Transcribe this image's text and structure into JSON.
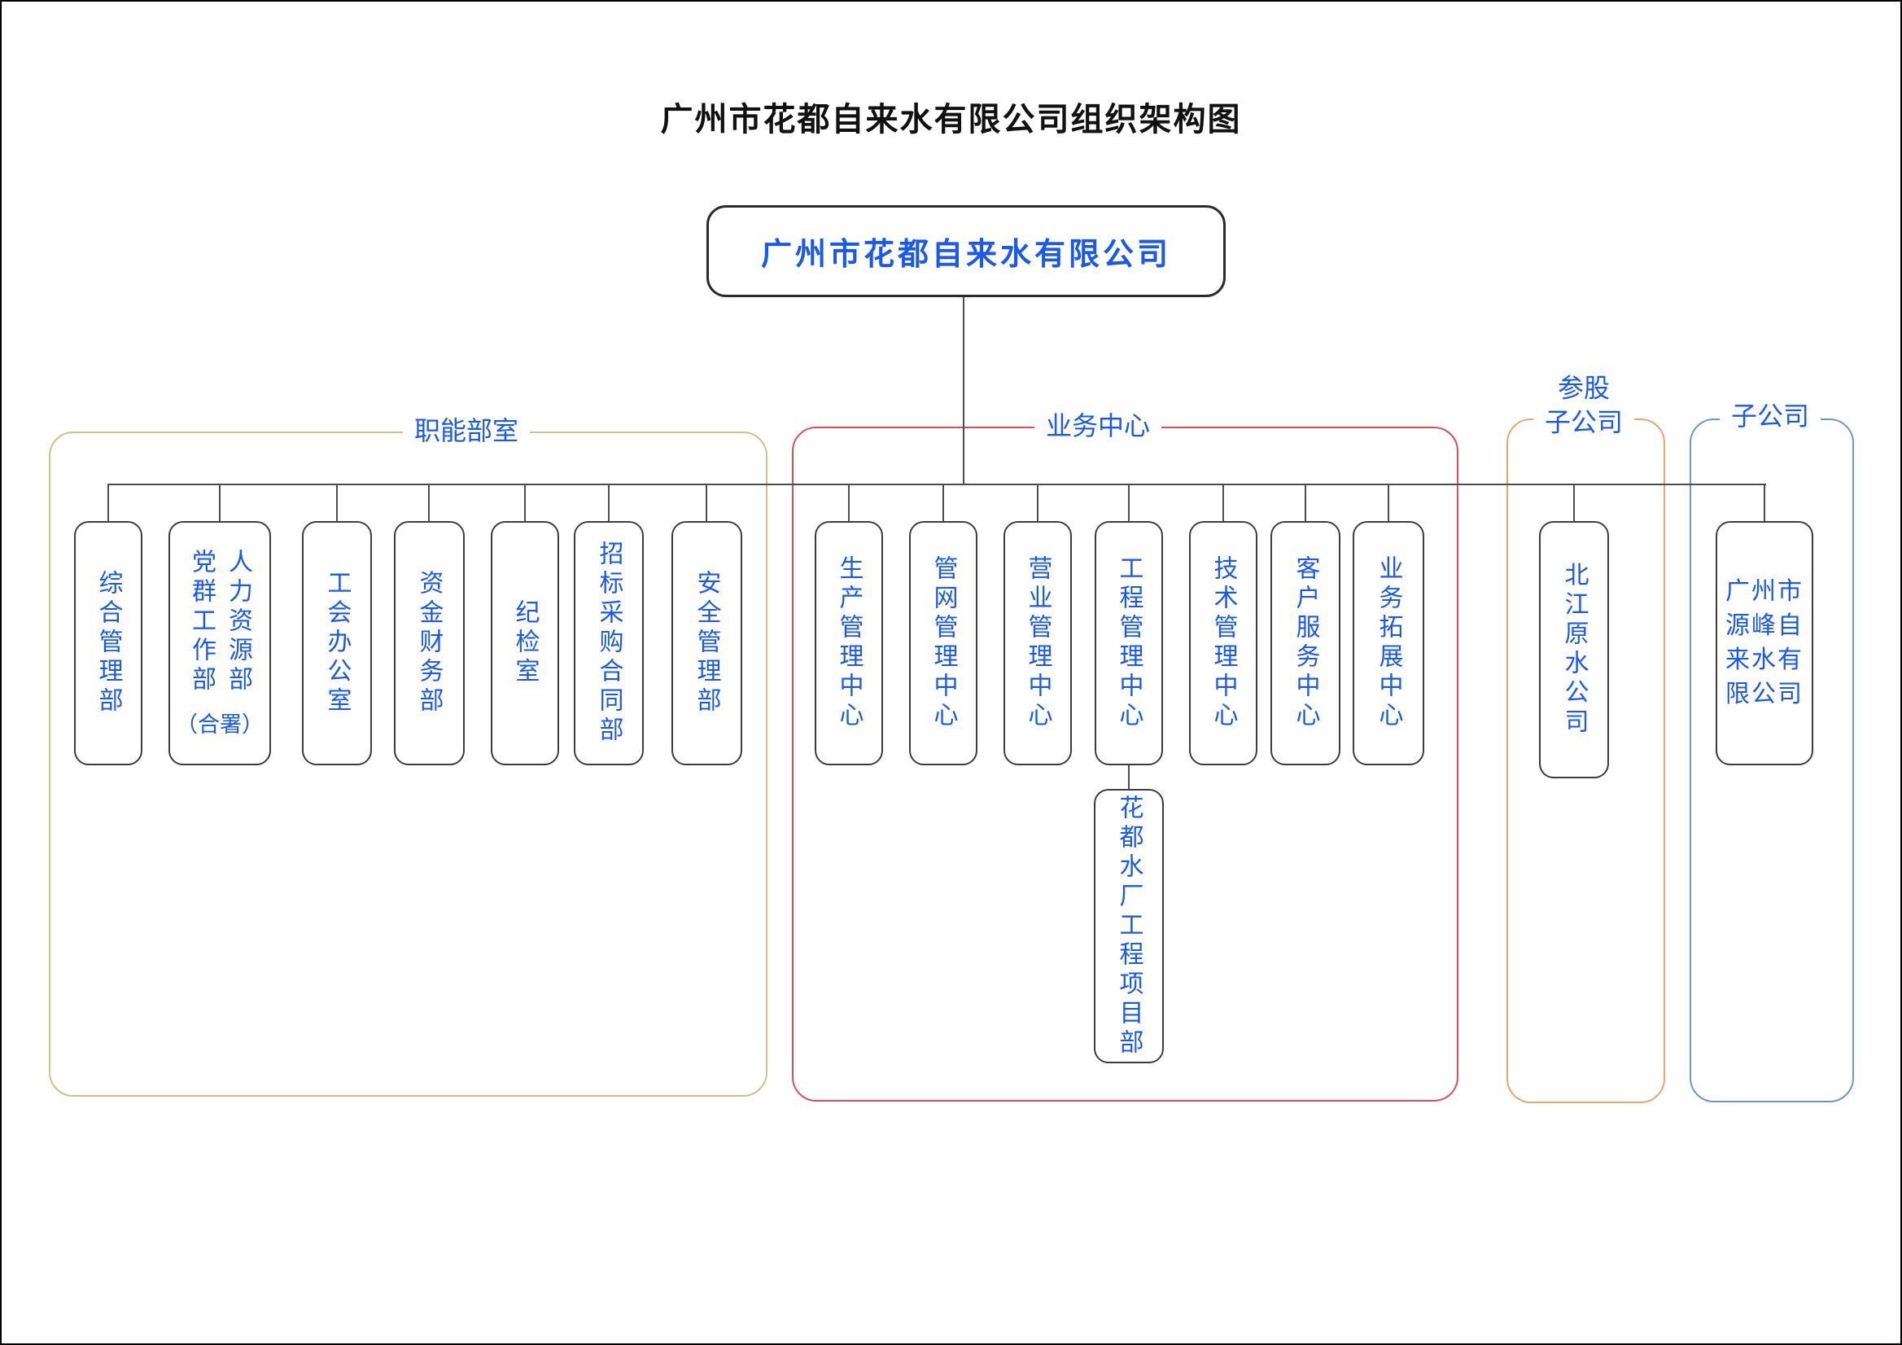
{
  "title": "广州市花都自来水有限公司组织架构图",
  "root": {
    "label": "广州市花都自来水有限公司"
  },
  "colors": {
    "text_blue": "#1b59ee",
    "title_black": "#111111",
    "box_border": "#3d3d3d",
    "connector": "#4d4d4d",
    "group_functional": "#c9c28f",
    "group_business": "#dc4f62",
    "group_affiliated": "#e9a76b",
    "group_subsidiary": "#7394cf"
  },
  "groups": [
    {
      "key": "functional",
      "label_lines": [
        "职能部室"
      ]
    },
    {
      "key": "business",
      "label_lines": [
        "业务中心"
      ]
    },
    {
      "key": "affiliated",
      "label_lines": [
        "参股",
        "子公司"
      ]
    },
    {
      "key": "subsidiary",
      "label_lines": [
        "子公司"
      ]
    }
  ],
  "nodes": [
    {
      "key": "comprehensive-admin-dept",
      "group": "functional",
      "label": "综合管理部"
    },
    {
      "key": "hr-party-dept",
      "group": "functional",
      "label": "人力资源部 党群工作部（合署）",
      "columns": [
        "人力资源部",
        "党群工作部"
      ],
      "footer": "（合署）"
    },
    {
      "key": "union-office",
      "group": "functional",
      "label": "工会办公室"
    },
    {
      "key": "funds-finance-dept",
      "group": "functional",
      "label": "资金财务部"
    },
    {
      "key": "discipline-office",
      "group": "functional",
      "label": "纪检室"
    },
    {
      "key": "bidding-contract-dept",
      "group": "functional",
      "label": "招标采购合同部"
    },
    {
      "key": "safety-dept",
      "group": "functional",
      "label": "安全管理部"
    },
    {
      "key": "production-center",
      "group": "business",
      "label": "生产管理中心"
    },
    {
      "key": "pipeline-center",
      "group": "business",
      "label": "管网管理中心"
    },
    {
      "key": "sales-center",
      "group": "business",
      "label": "营业管理中心"
    },
    {
      "key": "engineering-center",
      "group": "business",
      "label": "工程管理中心"
    },
    {
      "key": "technology-center",
      "group": "business",
      "label": "技术管理中心"
    },
    {
      "key": "customer-service-center",
      "group": "business",
      "label": "客户服务中心"
    },
    {
      "key": "business-dev-center",
      "group": "business",
      "label": "业务拓展中心"
    },
    {
      "key": "beijiang-raw-water",
      "group": "affiliated",
      "label": "北江原水公司"
    },
    {
      "key": "yuanfeng-water-company",
      "group": "subsidiary",
      "label": "广州市源峰自来水有限公司",
      "layout": "horizontal"
    },
    {
      "key": "huadu-plant-project-dept",
      "group": "business",
      "label": "花都水厂工程项目部",
      "parent": "工程管理中心",
      "level": "child"
    }
  ]
}
